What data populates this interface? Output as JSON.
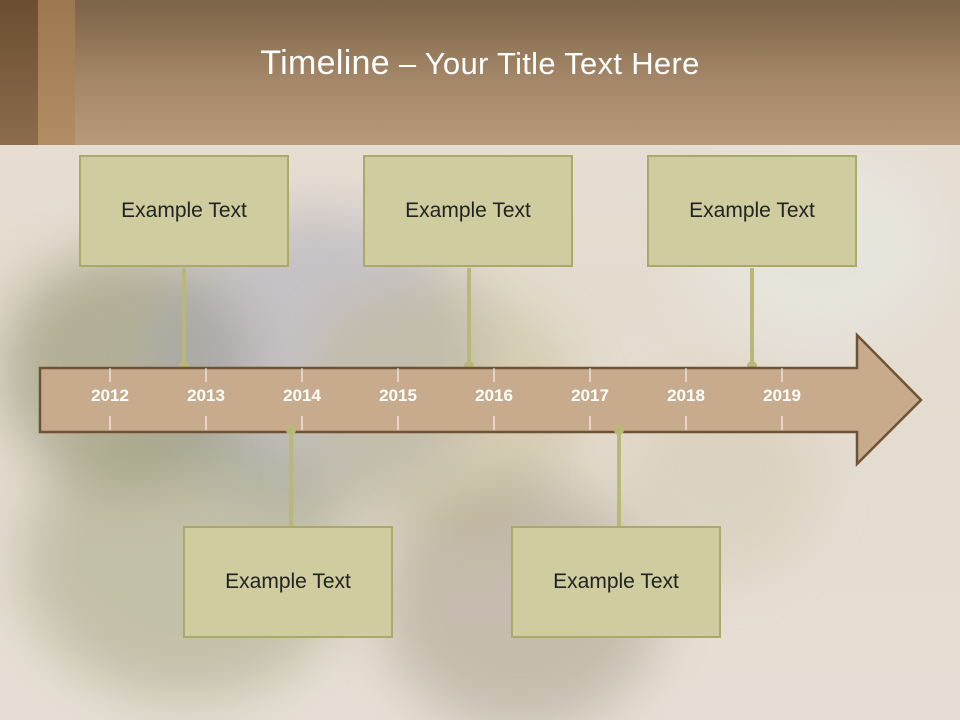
{
  "title": {
    "main": "Timeline",
    "sep": " – ",
    "sub": "Your Title Text Here"
  },
  "timeline": {
    "years": [
      "2012",
      "2013",
      "2014",
      "2015",
      "2016",
      "2017",
      "2018",
      "2019"
    ],
    "top_boxes": [
      {
        "text": "Example Text"
      },
      {
        "text": "Example Text"
      },
      {
        "text": "Example Text"
      }
    ],
    "bottom_boxes": [
      {
        "text": "Example Text"
      },
      {
        "text": "Example Text"
      }
    ]
  },
  "colors": {
    "arrow_fill": "#c8ab8c",
    "arrow_stroke": "#6e5236",
    "box_fill": "#cfcd9f",
    "box_border": "#a9a96a",
    "connector": "#b9b878"
  }
}
